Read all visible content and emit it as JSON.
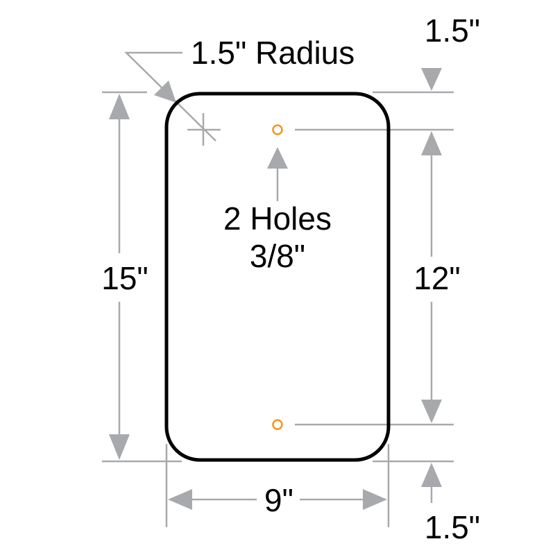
{
  "diagram": {
    "radius_label": "1.5\" Radius",
    "top_margin_label": "1.5\"",
    "bottom_margin_label": "1.5\"",
    "height_label": "15\"",
    "hole_spacing_label": "12\"",
    "width_label": "9\"",
    "holes_label_line1": "2 Holes",
    "holes_label_line2": "3/8\""
  },
  "colors": {
    "outline": "#000000",
    "dimension": "#a7a9ac",
    "hole": "#f7941d"
  }
}
